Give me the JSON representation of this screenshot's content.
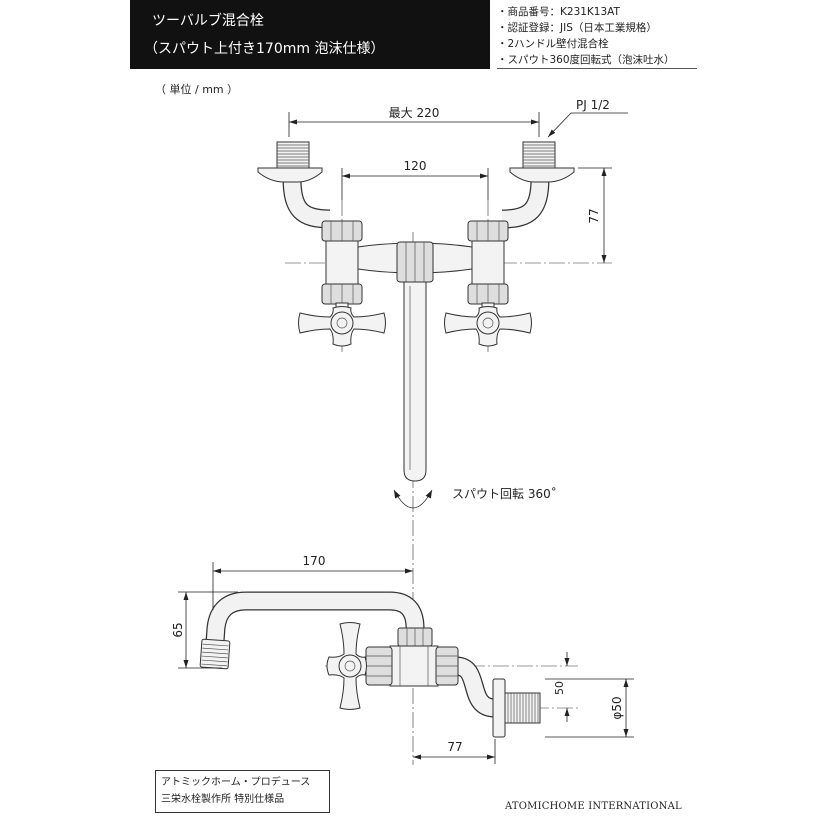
{
  "header": {
    "title": "ツーバルブ混合栓",
    "subtitle": "（スパウト上付き170mm 泡沫仕様）"
  },
  "specs": [
    "・商品番号：K231K13AT",
    "・認証登録：JIS（日本工業規格）",
    "・2ハンドル壁付混合栓",
    "・スパウト360度回転式（泡沫吐水）"
  ],
  "unit_note": "（ 単位 / mm ）",
  "front_view": {
    "dim_max_width": "最大 220",
    "thread_label": "PJ 1/2",
    "dim_valve_pitch": "120",
    "dim_height": "77",
    "rotation_label": "スパウト回転 360˚"
  },
  "side_view": {
    "dim_spout_reach": "170",
    "dim_spout_height": "65",
    "dim_inlet_offset": "50",
    "dim_flange_diameter": "φ50",
    "dim_projection": "77"
  },
  "credit": {
    "line1": "アトミックホーム・プロデュース",
    "line2": "三栄水栓製作所 特別仕様品"
  },
  "brand": "ATOMICHOME INTERNATIONAL",
  "colors": {
    "title_bg": "#111111",
    "title_text": "#ffffff",
    "line": "#222222"
  }
}
